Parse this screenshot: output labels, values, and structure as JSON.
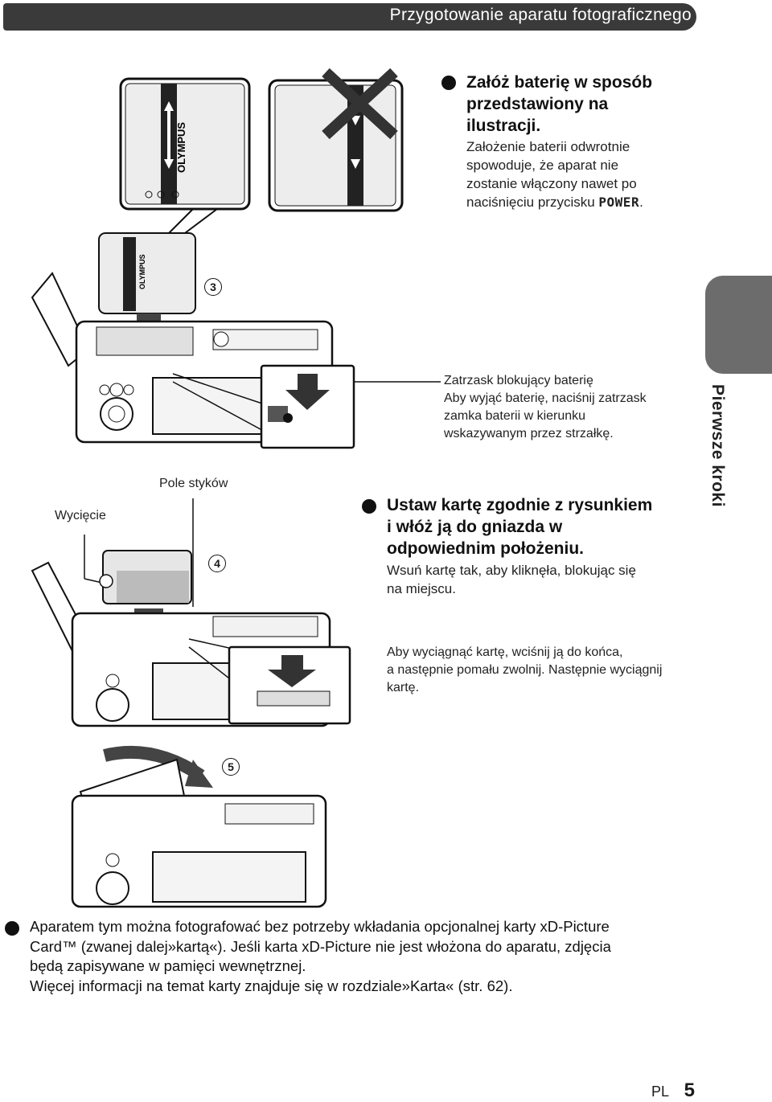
{
  "header": {
    "title": "Przygotowanie aparatu fotograficznego"
  },
  "side_tab": {
    "label": "Pierwsze kroki"
  },
  "battery_section": {
    "heading": "Załóż baterię w sposób przedstawiony na ilustracji.",
    "heading_lines": [
      "Załóż baterię w sposób",
      "przedstawiony na",
      "ilustracji."
    ],
    "body_lines": [
      "Założenie baterii odwrotnie",
      "spowoduje, że aparat nie",
      "zostanie włączony nawet po"
    ],
    "body_last_prefix": "naciśnięciu przycisku ",
    "power_label": "POWER",
    "body_last_suffix": "."
  },
  "battery_label": "OLYMPUS",
  "step3": "3",
  "step4": "4",
  "step5": "5",
  "latch_note": {
    "lines": [
      "Zatrzask blokujący baterię",
      "Aby wyjąć baterię, naciśnij zatrzask",
      "zamka baterii w kierunku",
      "wskazywanym przez strzałkę."
    ]
  },
  "card_section": {
    "heading_lines": [
      "Ustaw kartę zgodnie z rysunkiem",
      "i włóż ją do gniazda w",
      "odpowiednim położeniu."
    ],
    "body_lines": [
      "Wsuń kartę tak, aby kliknęła, blokując się",
      "na miejscu."
    ]
  },
  "labels": {
    "notch": "Wycięcie",
    "contacts": "Pole styków"
  },
  "remove_note": {
    "lines": [
      "Aby wyciągnąć kartę, wciśnij ją do końca,",
      "a następnie pomału zwolnij. Następnie wyciągnij",
      "kartę."
    ]
  },
  "footnote": {
    "lines": [
      "Aparatem tym można fotografować bez potrzeby wkładania opcjonalnej karty xD-Picture",
      "Card™ (zwanej dalej»kartą«). Jeśli karta xD-Picture nie jest włożona do aparatu, zdjęcia",
      "będą zapisywane w pamięci wewnętrznej.",
      "Więcej informacji na temat karty znajduje się w rozdziale»Karta« (str. 62)."
    ]
  },
  "footer": {
    "lang": "PL",
    "page": "5"
  }
}
